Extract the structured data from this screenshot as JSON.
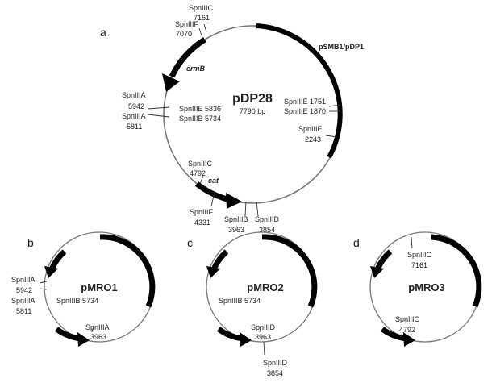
{
  "main_plasmid": {
    "panel": "a",
    "name": "pDP28",
    "size": "7790 bp",
    "segment_label": "pSMB1/pDP1",
    "genes": {
      "ermB": "ermB",
      "cat": "cat"
    },
    "sites": {
      "c7161": [
        "SpnIIIC",
        "7161"
      ],
      "f7070": [
        "SpnIIIF",
        "7070"
      ],
      "a5942": [
        "SpnIIIA",
        "5942"
      ],
      "a5811": [
        "SpnIIIA",
        "5811"
      ],
      "e5836": "SpnIIIE 5836",
      "b5734": "SpnIIIB 5734",
      "e1751": "SpnIIIE 1751",
      "e1870": "SpnIIIE 1870",
      "e2243": [
        "SpnIIIE",
        "2243"
      ],
      "c4792": [
        "SpnIIIC",
        "4792"
      ],
      "f4331": [
        "SpnIIIF",
        "4331"
      ],
      "b3963": [
        "SpnIIIB",
        "3963"
      ],
      "d3854": [
        "SpnIIID",
        "3854"
      ]
    }
  },
  "pmro1": {
    "panel": "b",
    "name": "pMRO1",
    "sites": {
      "a5942": [
        "SpnIIIA",
        "5942"
      ],
      "a5811": [
        "SpnIIIA",
        "5811"
      ],
      "b5734": "SpnIIIB 5734",
      "a3963": [
        "SpnIIIA",
        "3963"
      ]
    }
  },
  "pmro2": {
    "panel": "c",
    "name": "pMRO2",
    "sites": {
      "b5734": "SpnIIIB 5734",
      "d3963": [
        "SpnIIID",
        "3963"
      ],
      "d3854": [
        "SpnIIID",
        "3854"
      ]
    }
  },
  "pmro3": {
    "panel": "d",
    "name": "pMRO3",
    "sites": {
      "c7161": [
        "SpnIIIC",
        "7161"
      ],
      "c4792": [
        "SpnIIIC",
        "4792"
      ]
    }
  }
}
